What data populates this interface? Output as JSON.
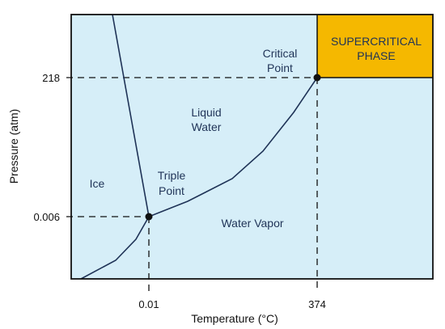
{
  "chart_data": {
    "type": "phase-diagram",
    "title": "",
    "xlabel": "Temperature (°C)",
    "ylabel": "Pressure (atm)",
    "x_ticks": [
      "0.01",
      "374"
    ],
    "y_ticks": [
      "218",
      "0.006"
    ],
    "regions": {
      "ice": "Ice",
      "liquid_line1": "Liquid",
      "liquid_line2": "Water",
      "vapor": "Water Vapor",
      "supercritical_line1": "SUPERCRITICAL",
      "supercritical_line2": "PHASE"
    },
    "points": {
      "triple_line1": "Triple",
      "triple_line2": "Point",
      "critical_line1": "Critical",
      "critical_line2": "Point",
      "triple": {
        "temperature": "0.01",
        "pressure": "0.006"
      },
      "critical": {
        "temperature": "374",
        "pressure": "218"
      }
    },
    "colors": {
      "plot_background": "#d6eef8",
      "supercritical": "#f5b800",
      "curve": "#1f3357",
      "border": "#111111"
    }
  }
}
